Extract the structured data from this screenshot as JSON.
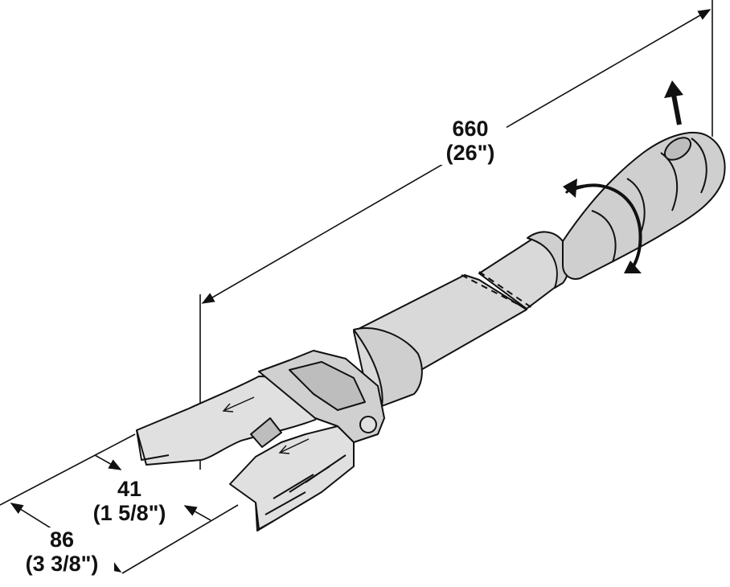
{
  "dimensions": {
    "length": {
      "value": "660",
      "imperial": "(26\")"
    },
    "jaw_inner": {
      "value": "41",
      "imperial": "(1 5/8\")"
    },
    "jaw_outer": {
      "value": "86",
      "imperial": "(3 3/8\")"
    }
  },
  "colors": {
    "line": "#111111",
    "body_fill": "#d9d9d9",
    "handle_fill": "#cfcfcf",
    "background": "#ffffff"
  }
}
